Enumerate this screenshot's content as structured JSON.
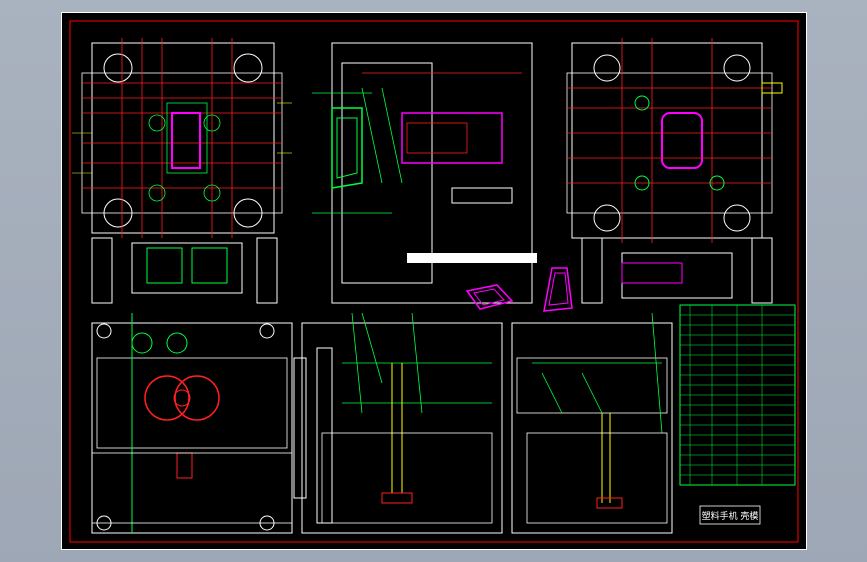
{
  "app": {
    "background_colors": [
      "#a9b2bf",
      "#9ea7b5"
    ],
    "canvas_color": "#000000"
  },
  "drawing": {
    "palette": {
      "outline": "#ffffff",
      "red": "#ff2020",
      "green": "#00ff40",
      "yellow": "#ffff00",
      "cyan": "#00ffff",
      "magenta": "#ff00ff",
      "blue": "#4060ff",
      "frame_red": "#ff0000"
    },
    "title_block": {
      "caption": "塑料手机 壳模"
    },
    "views": [
      {
        "name": "top-left-plan-view"
      },
      {
        "name": "top-middle-section-view"
      },
      {
        "name": "top-right-plan-view"
      },
      {
        "name": "bottom-left-plan-view"
      },
      {
        "name": "bottom-middle-section-view"
      },
      {
        "name": "bottom-right-section-view"
      }
    ],
    "parts": [
      {
        "name": "phone-shell-part-magenta"
      },
      {
        "name": "phone-shell-part-magenta-2"
      }
    ]
  }
}
